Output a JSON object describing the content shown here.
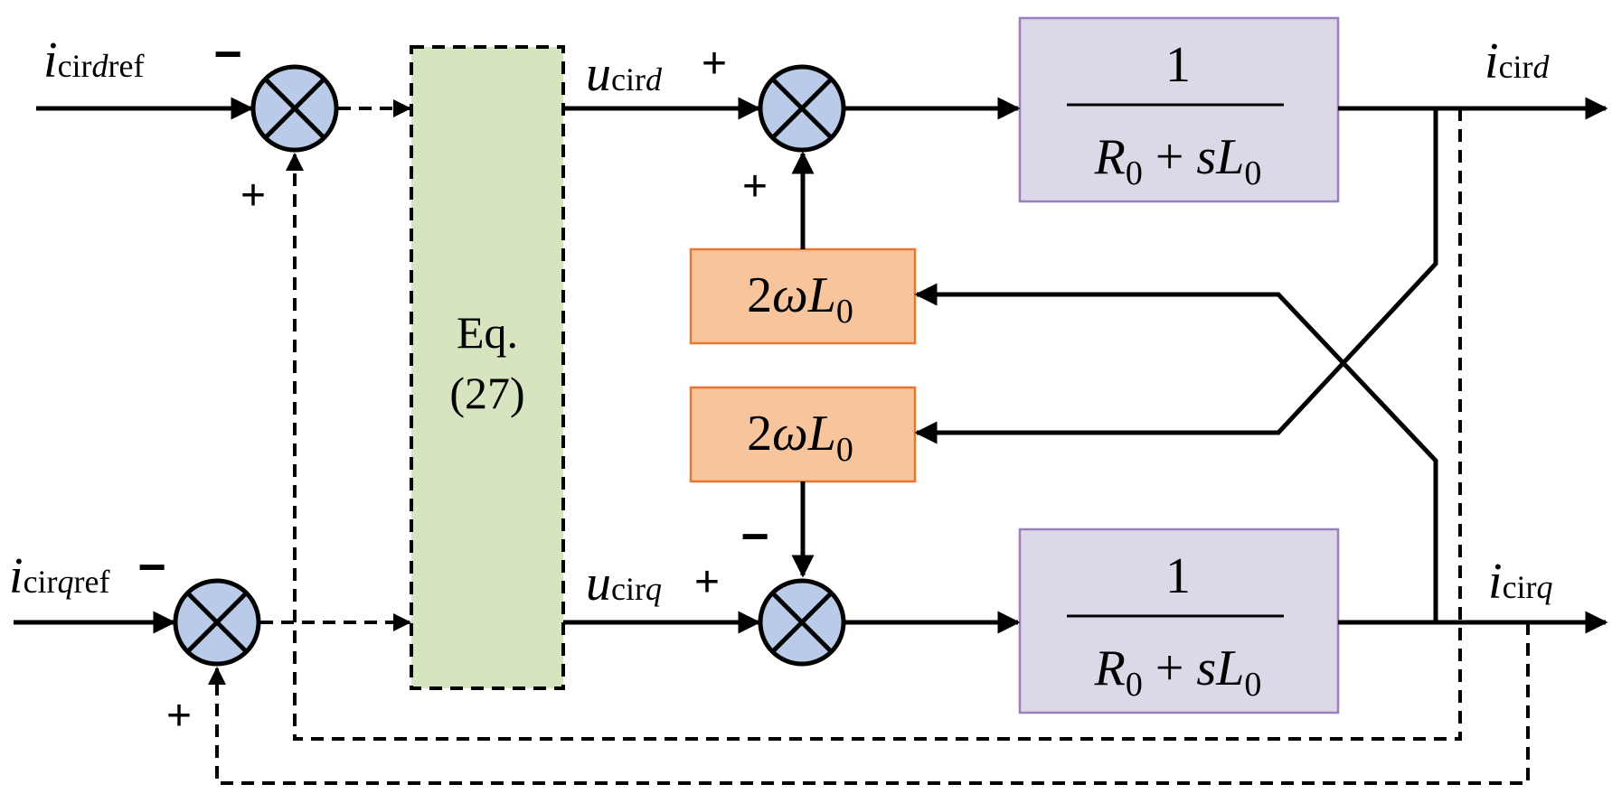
{
  "inputs": {
    "d_ref": {
      "base": "i",
      "sub_pre": "cir",
      "sub_var": "d",
      "sub_post": "ref"
    },
    "q_ref": {
      "base": "i",
      "sub_pre": "cir",
      "sub_var": "q",
      "sub_post": "ref"
    }
  },
  "outputs": {
    "d": {
      "base": "i",
      "sub_pre": "cir",
      "sub_var": "d"
    },
    "q": {
      "base": "i",
      "sub_pre": "cir",
      "sub_var": "q"
    }
  },
  "voltages": {
    "d": {
      "base": "u",
      "sub_pre": "cir",
      "sub_var": "d"
    },
    "q": {
      "base": "u",
      "sub_pre": "cir",
      "sub_var": "q"
    }
  },
  "signs": {
    "ref_d_top": "−",
    "ref_d_bottom": "+",
    "ref_q_top": "−",
    "ref_q_bottom": "+",
    "sum_d_left": "+",
    "sum_d_bottom": "+",
    "sum_q_left": "+",
    "sum_q_top": "−"
  },
  "blocks": {
    "eq": {
      "line1": "Eq.",
      "line2": "(27)"
    },
    "plant": {
      "numerator": "1",
      "R": "R",
      "R_sub": "0",
      "plus": " + ",
      "s": "s",
      "L": "L",
      "L_sub": "0"
    },
    "coupling": {
      "coef": "2",
      "omega": "ω",
      "L": "L",
      "L_sub": "0"
    }
  },
  "colors": {
    "eq_fill": "#d6e4bf",
    "plant_fill": "#ddd8e8",
    "plant_stroke": "#9a7fbf",
    "coupling_fill": "#f8c49b",
    "coupling_stroke": "#e8762e",
    "summer_fill": "#b9cbe8",
    "line": "#000000"
  }
}
